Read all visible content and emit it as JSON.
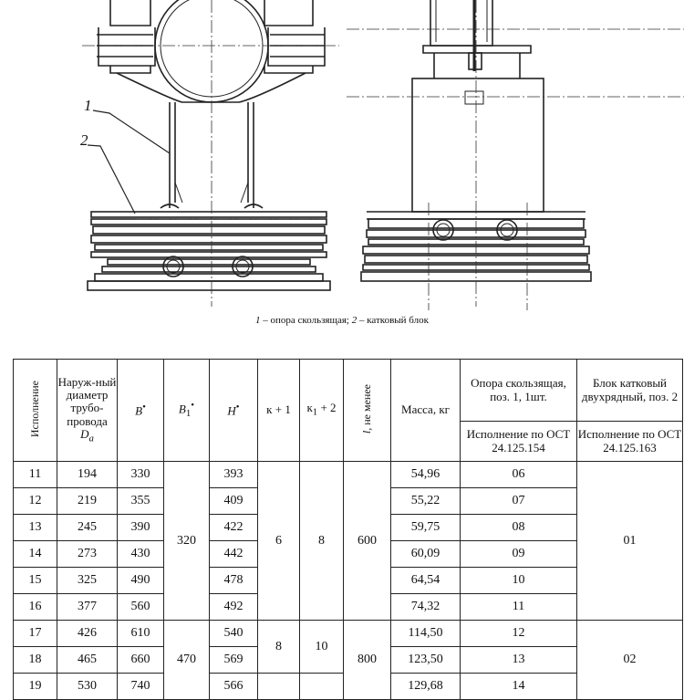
{
  "figure": {
    "callout_1": "1",
    "callout_2": "2",
    "caption_num1": "1",
    "caption_text1": " – опора  скользящая;  ",
    "caption_num2": "2",
    "caption_text2": " – катковый  блок"
  },
  "table": {
    "headers": {
      "ispolnenie": "Исполнение",
      "diameter": "Наруж-ный диаметр трубо-провода",
      "diameter_symbol": "D",
      "diameter_sub": "a",
      "b": "B",
      "b1": "B",
      "b1_sub": "1",
      "h": "H",
      "k1": "к + 1",
      "k2": "к",
      "k2_sub": "1",
      "k2_tail": " + 2",
      "l": "l,",
      "l_tail": "не менее",
      "mass": "Масса, кг",
      "opora": "Опора скользящая, поз. 1, 1шт.",
      "blok": "Блок катковый двухрядный, поз. 2",
      "ost154": "Исполнение по ОСТ 24.125.154",
      "ost163": "Исполнение по ОСТ 24.125.163",
      "star": "•"
    },
    "rows": [
      {
        "isp": "11",
        "d": "194",
        "b": "330",
        "h": "393",
        "mass": "54,96",
        "op": "06"
      },
      {
        "isp": "12",
        "d": "219",
        "b": "355",
        "h": "409",
        "mass": "55,22",
        "op": "07"
      },
      {
        "isp": "13",
        "d": "245",
        "b": "390",
        "h": "422",
        "mass": "59,75",
        "op": "08"
      },
      {
        "isp": "14",
        "d": "273",
        "b": "430",
        "h": "442",
        "mass": "60,09",
        "op": "09"
      },
      {
        "isp": "15",
        "d": "325",
        "b": "490",
        "h": "478",
        "mass": "64,54",
        "op": "10"
      },
      {
        "isp": "16",
        "d": "377",
        "b": "560",
        "h": "492",
        "mass": "74,32",
        "op": "11"
      },
      {
        "isp": "17",
        "d": "426",
        "b": "610",
        "h": "540",
        "mass": "114,50",
        "op": "12"
      },
      {
        "isp": "18",
        "d": "465",
        "b": "660",
        "h": "569",
        "mass": "123,50",
        "op": "13"
      },
      {
        "isp": "19",
        "d": "530",
        "b": "740",
        "h": "566",
        "mass": "129,68",
        "op": "14"
      }
    ],
    "merged": {
      "b1_a": "320",
      "b1_b": "470",
      "k1_a": "6",
      "k1_b": "8",
      "k2_a": "8",
      "k2_b": "10",
      "l_a": "600",
      "l_b": "800",
      "blok_a": "01",
      "blok_b": "02"
    }
  }
}
